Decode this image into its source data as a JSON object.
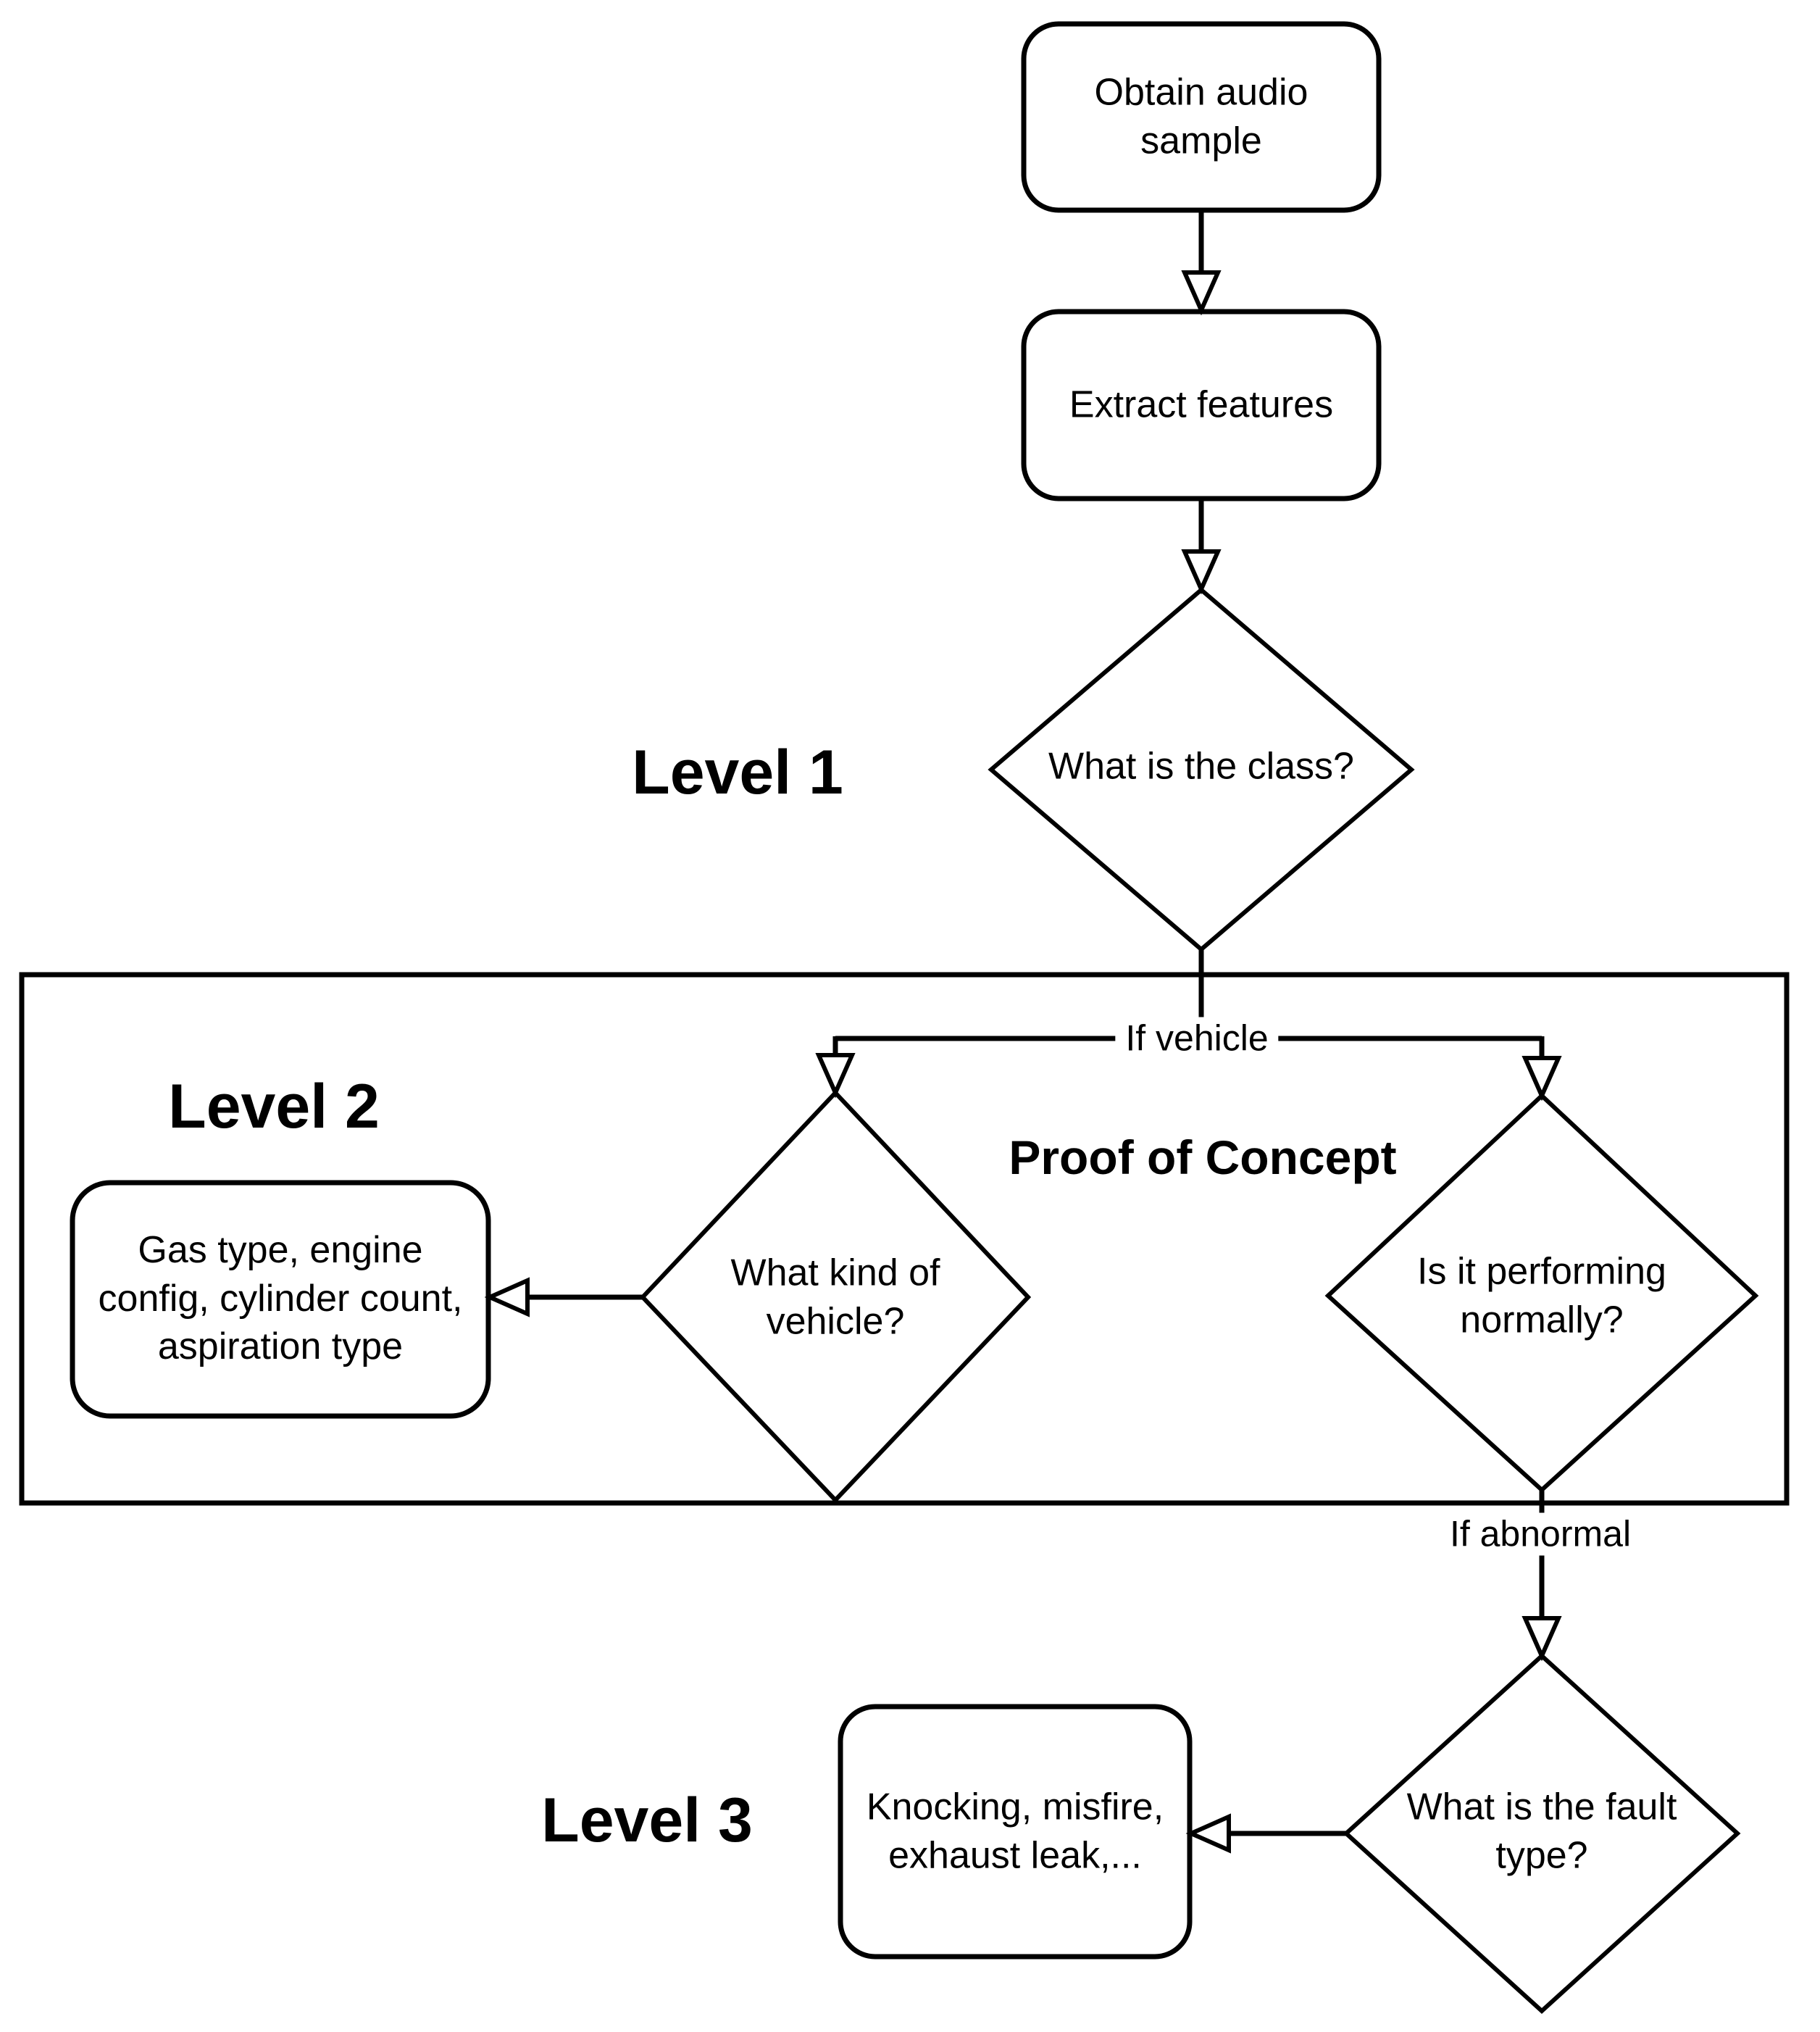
{
  "colors": {
    "line": "#000000",
    "text": "#000000",
    "background": "#ffffff"
  },
  "flowchart": {
    "process_nodes": {
      "obtain_audio": "Obtain audio\nsample",
      "extract_features": "Extract features"
    },
    "decision_nodes": {
      "class_question": "What is the class?",
      "vehicle_kind_question": "What kind of\nvehicle?",
      "performing_question": "Is it performing\nnormally?",
      "fault_type_question": "What is the fault\ntype?"
    },
    "output_nodes": {
      "vehicle_attributes": "Gas type, engine\nconfig, cylinder count,\naspiration type",
      "fault_examples": "Knocking, misfire,\nexhaust leak,..."
    },
    "labels": {
      "level1": "Level 1",
      "level2": "Level 2",
      "level3": "Level 3",
      "proof_of_concept": "Proof of Concept",
      "if_vehicle": "If vehicle",
      "if_abnormal": "If abnormal"
    }
  }
}
